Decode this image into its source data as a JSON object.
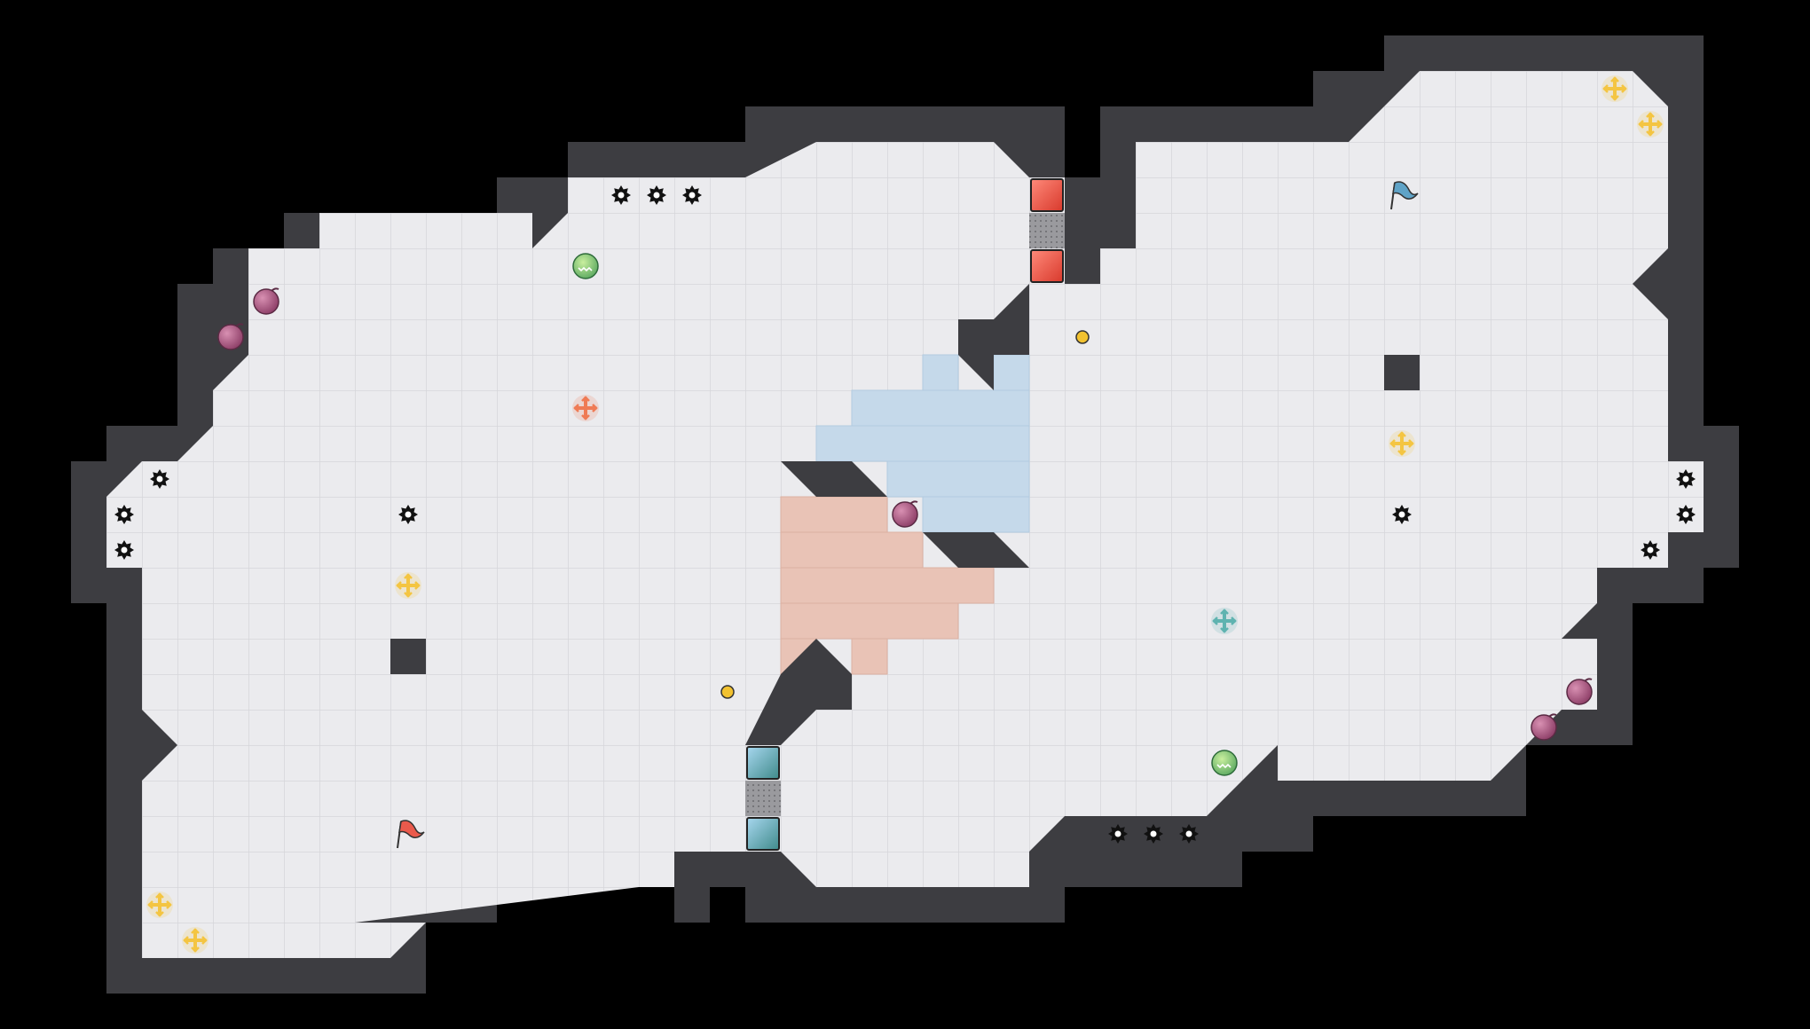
{
  "game": {
    "title": "",
    "teams": [
      {
        "team": "red",
        "color": "#ea5a4c",
        "flag_icon": "red-flag-icon"
      },
      {
        "team": "blue",
        "color": "#5fa3c7",
        "flag_icon": "blue-flag-icon"
      }
    ],
    "zones": [
      {
        "zone": "red-team-zone",
        "color": "#e9c3b6"
      },
      {
        "zone": "blue-team-zone",
        "color": "#c5d9ea"
      }
    ],
    "colors": {
      "background": "#000000",
      "wall": "#3d3d41",
      "floor": "#ebebee",
      "grid": "#d8d8dc",
      "spike": "#111111",
      "boost_yellow": "#f4c542",
      "boost_red": "#ef7b55",
      "boost_teal": "#5fb3b0",
      "bomb": "#a8507a",
      "powerup": "#7cc47c"
    },
    "objects": [
      {
        "kind": "spike",
        "icon": "spike-icon"
      },
      {
        "kind": "boost",
        "icon": "boost-icon"
      },
      {
        "kind": "bomb",
        "icon": "bomb-icon"
      },
      {
        "kind": "powerup",
        "icon": "powerup-icon"
      },
      {
        "kind": "button",
        "icon": "button-icon"
      },
      {
        "kind": "gate",
        "icon": "gate-icon"
      },
      {
        "kind": "portal",
        "icon": "portal-icon"
      }
    ]
  }
}
